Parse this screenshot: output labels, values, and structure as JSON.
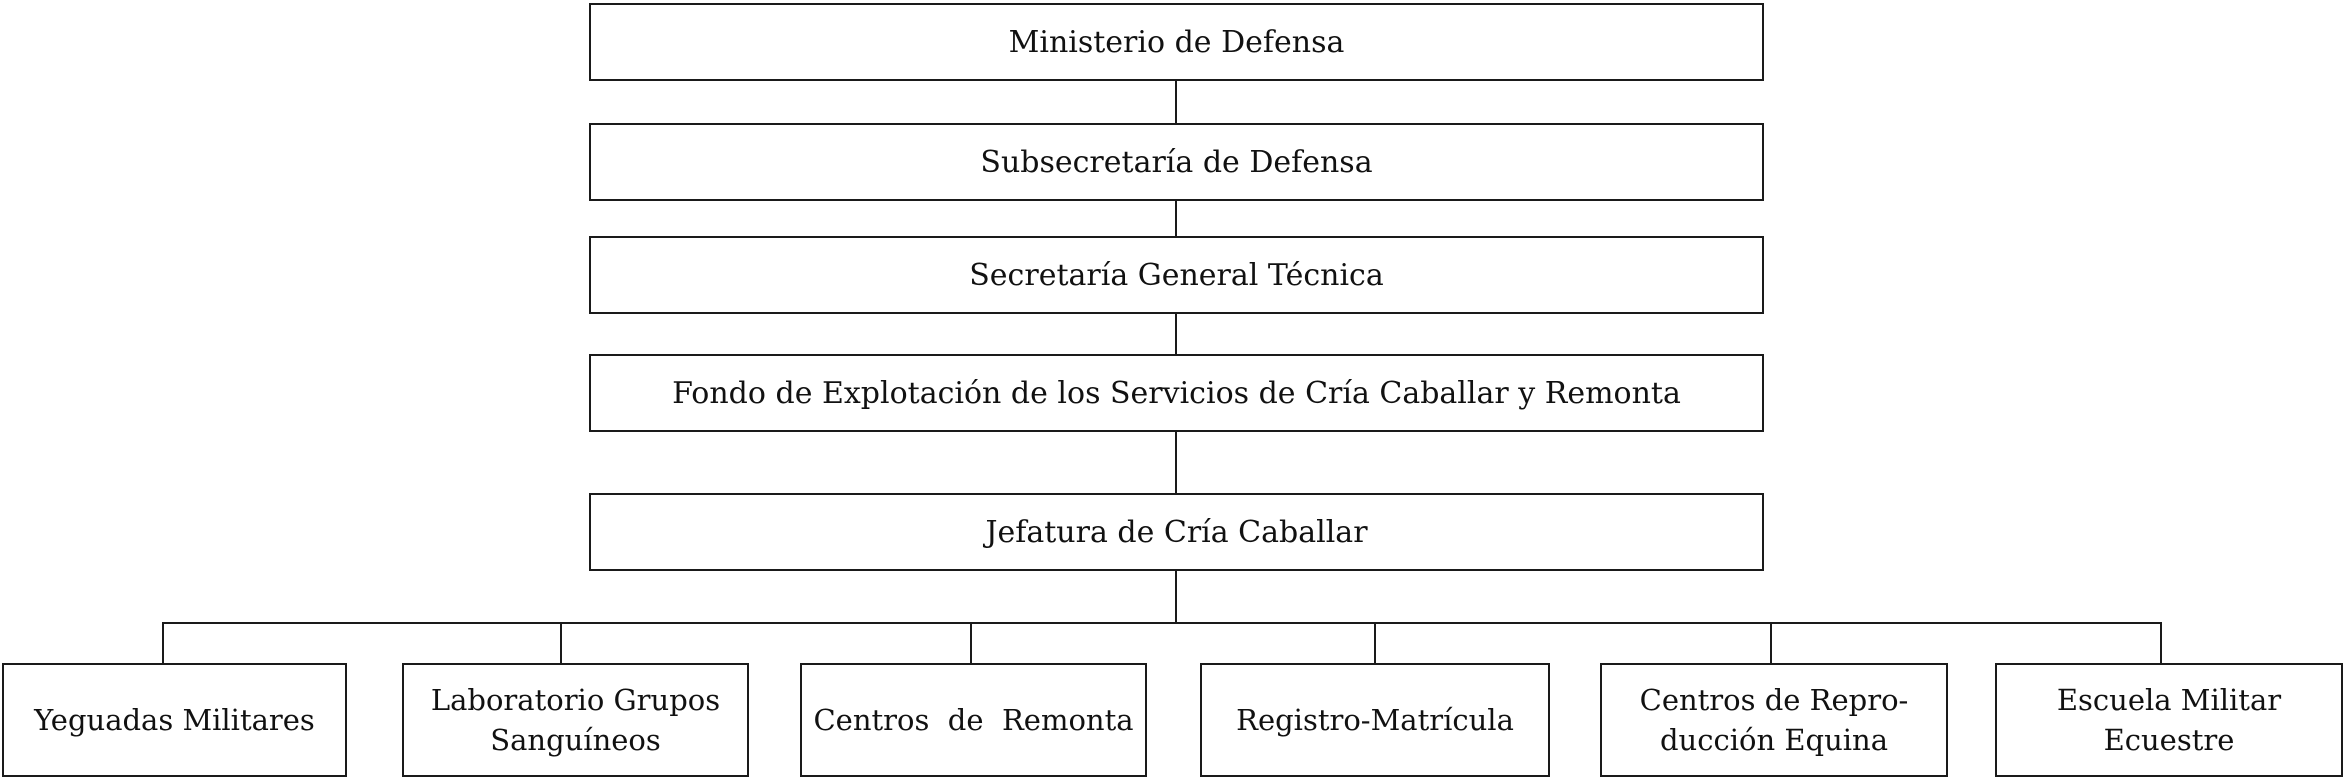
{
  "org_chart": {
    "type": "org-chart",
    "chain": [
      {
        "label": "Ministerio de Defensa"
      },
      {
        "label": "Subsecretaría de Defensa"
      },
      {
        "label": "Secretaría General Técnica"
      },
      {
        "label": "Fondo de Explotación de los Servicios de Cría Caballar y Remonta"
      },
      {
        "label": "Jefatura de Cría Caballar"
      }
    ],
    "leaves": [
      {
        "lines": [
          "Yeguadas Militares"
        ]
      },
      {
        "lines": [
          "Laboratorio Grupos",
          "Sanguíneos"
        ]
      },
      {
        "lines": [
          "Centros  de  Remonta"
        ]
      },
      {
        "lines": [
          "Registro-Matrícula"
        ]
      },
      {
        "lines": [
          "Centros de Repro-",
          "ducción Equina"
        ]
      },
      {
        "lines": [
          "Escuela Militar",
          "Ecuestre"
        ]
      }
    ],
    "colors": {
      "background": "#ffffff",
      "border": "#1a1a1a",
      "text": "#111111",
      "connector": "#1a1a1a"
    }
  }
}
